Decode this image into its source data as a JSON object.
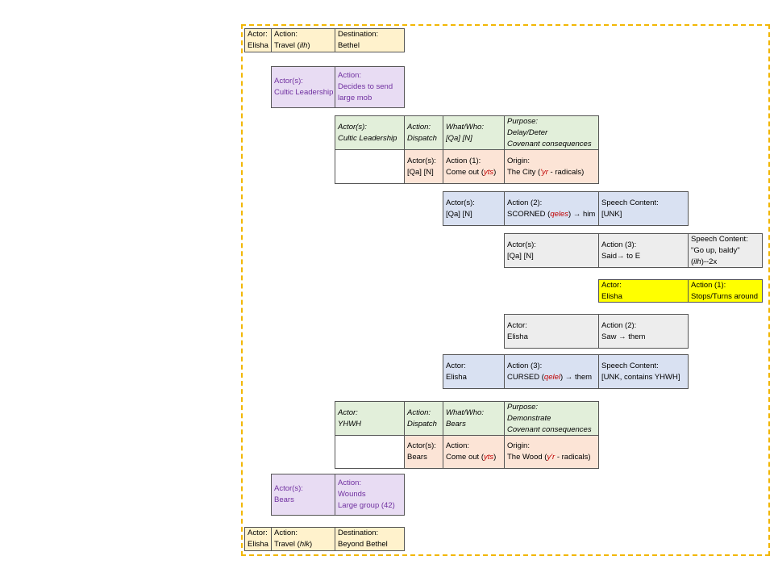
{
  "rows": {
    "r1": {
      "c1": [
        "Actor:",
        "Elisha"
      ],
      "c2": [
        "Action:",
        "Travel (",
        "ilh",
        ")"
      ],
      "c3": [
        "Destination:",
        "Bethel"
      ]
    },
    "r2": {
      "c1": [
        "Actor(s):",
        "Cultic Leadership"
      ],
      "c2": [
        "Action:",
        "Decides to send",
        "large mob"
      ]
    },
    "r3": {
      "c1": [
        "Actor(s):",
        "Cultic Leadership"
      ],
      "c2": [
        "Action:",
        "Dispatch"
      ],
      "c3": [
        "What/Who:",
        "[Qa] [N]"
      ],
      "c4": [
        "Purpose:",
        "Delay/Deter",
        "Covenant consequences"
      ]
    },
    "r4": {
      "c2": [
        "Actor(s):",
        "[Qa] [N]"
      ],
      "c3": [
        "Action (1):",
        "Come out (",
        "yts",
        ")"
      ],
      "c4": [
        "Origin:",
        "The City (",
        "'yr",
        " - radicals)"
      ]
    },
    "r5": {
      "c1": [
        "Actor(s):",
        "[Qa] [N]"
      ],
      "c2": [
        "Action (2):",
        "SCORNED (",
        "qeles",
        ") → him"
      ],
      "c3": [
        "Speech Content:",
        "[UNK]"
      ]
    },
    "r6": {
      "c1": [
        "Actor(s):",
        "[Qa] [N]"
      ],
      "c2": [
        "Action (3):",
        "Said→ to E"
      ],
      "c3": [
        "Speech Content:",
        "\"Go up, baldy\"",
        "(",
        "ilh",
        ")--2x"
      ]
    },
    "r7": {
      "c1": [
        "Actor:",
        "Elisha"
      ],
      "c2": [
        "Action (1):",
        "Stops/Turns around"
      ]
    },
    "r8": {
      "c1": [
        "Actor:",
        "Elisha"
      ],
      "c2": [
        "Action (2):",
        "Saw → them"
      ]
    },
    "r9": {
      "c1": [
        "Actor:",
        "Elisha"
      ],
      "c2": [
        "Action (3):",
        "CURSED (",
        "qelel",
        ") → them"
      ],
      "c3": [
        "Speech Content:",
        "[UNK, contains YHWH]"
      ]
    },
    "r10": {
      "c1": [
        "Actor:",
        "YHWH"
      ],
      "c2": [
        "Action:",
        "Dispatch"
      ],
      "c3": [
        "What/Who:",
        "Bears"
      ],
      "c4": [
        "Purpose:",
        "Demonstrate",
        "Covenant consequences"
      ]
    },
    "r11": {
      "c2": [
        "Actor(s):",
        "Bears"
      ],
      "c3": [
        "Action:",
        "Come out (",
        "yts",
        ")"
      ],
      "c4": [
        "Origin:",
        "The Wood (",
        "y'r",
        " - radicals)"
      ]
    },
    "r12": {
      "c1": [
        "Actor(s):",
        "Bears"
      ],
      "c2": [
        "Action:",
        "Wounds",
        "Large group (42)"
      ]
    },
    "r13": {
      "c1": [
        "Actor:",
        "Elisha"
      ],
      "c2": [
        "Action:",
        "Travel (",
        "hlk",
        ")"
      ],
      "c3": [
        "Destination:",
        "Beyond Bethel"
      ]
    }
  },
  "colors": {
    "frame_border": "#f2b705",
    "travel_fill": "#fff2cc",
    "leader_fill": "#e8dcf3",
    "dispatch_fill": "#e2efda",
    "come_out_fill": "#fce4d6",
    "speech_fill": "#d9e1f2",
    "said_fill": "#ededed",
    "stops_fill": "#ffff00",
    "hebrew_red": "#c00000"
  }
}
